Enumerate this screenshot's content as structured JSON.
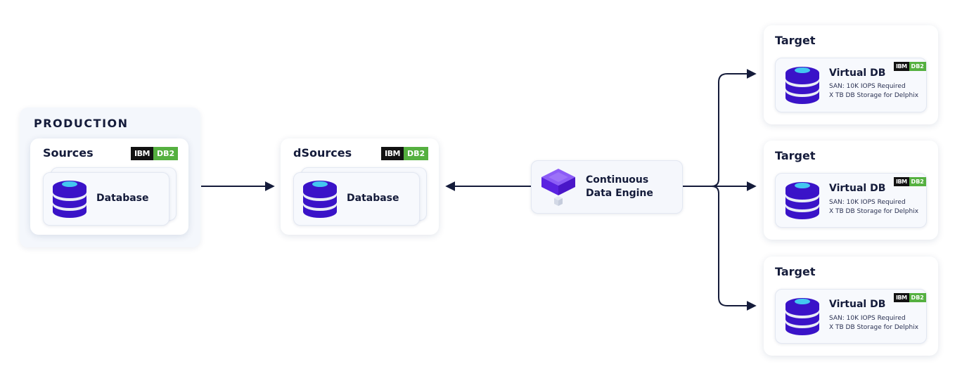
{
  "production": {
    "title": "PRODUCTION",
    "sources_title": "Sources",
    "database_label": "Database",
    "badge": {
      "vendor": "IBM",
      "product": "DB2"
    }
  },
  "dsources": {
    "title": "dSources",
    "database_label": "Database",
    "badge": {
      "vendor": "IBM",
      "product": "DB2"
    }
  },
  "engine": {
    "line1": "Continuous",
    "line2": "Data Engine",
    "icon": "cube-icon"
  },
  "targets": [
    {
      "title": "Target",
      "vdb_title": "Virtual DB",
      "line1": "SAN: 10K IOPS Required",
      "line2": "X TB DB Storage for Delphix",
      "badge": {
        "vendor": "IBM",
        "product": "DB2"
      }
    },
    {
      "title": "Target",
      "vdb_title": "Virtual DB",
      "line1": "SAN: 10K IOPS Required",
      "line2": "X TB DB Storage for Delphix",
      "badge": {
        "vendor": "IBM",
        "product": "DB2"
      }
    },
    {
      "title": "Target",
      "vdb_title": "Virtual DB",
      "line1": "SAN: 10K IOPS Required",
      "line2": "X TB DB Storage for Delphix",
      "badge": {
        "vendor": "IBM",
        "product": "DB2"
      }
    }
  ],
  "colors": {
    "arrow": "#141b3a",
    "db_purple": "#3a13c8",
    "db_cyan": "#43c7f0",
    "ibm_black": "#121212",
    "db2_green": "#55b040",
    "engine_purple": "#6c34f0"
  }
}
